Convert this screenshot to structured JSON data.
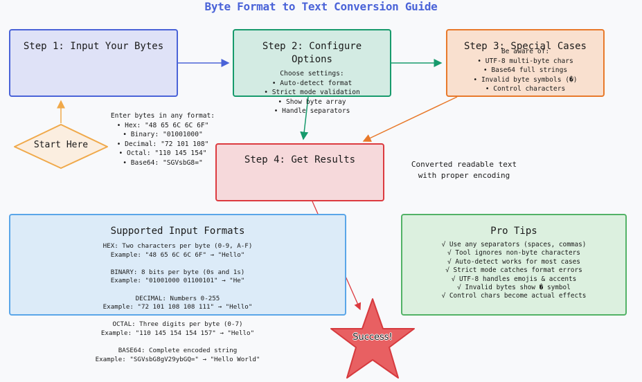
{
  "title": "Byte Format to Text Conversion Guide",
  "colors": {
    "title": "#4a63d8",
    "step1": "#4a63d8",
    "step2": "#179a6c",
    "step3": "#e8792a",
    "step4": "#dc3a3f",
    "formats": "#5aa6e8",
    "tips": "#52b266",
    "start": "#f0a94a",
    "success": "#e86062"
  },
  "start": {
    "label": "Start Here"
  },
  "step1": {
    "title": "Step 1: Input Your Bytes",
    "note_heading": "Enter bytes in any format:",
    "note_items": [
      "• Hex: \"48 65 6C 6C 6F\"",
      "• Binary: \"01001000\"",
      "• Decimal: \"72 101 108\"",
      "• Octal: \"110 145 154\"",
      "• Base64: \"SGVsbG8=\""
    ]
  },
  "step2": {
    "title_line1": "Step 2: Configure",
    "title_line2": "Options",
    "note_heading": "Choose settings:",
    "note_items": [
      "• Auto-detect format",
      "• Strict mode validation",
      "• Show byte array",
      "• Handle separators"
    ]
  },
  "step3": {
    "title": "Step 3: Special Cases",
    "note_heading": "Be aware of:",
    "note_items": [
      "• UTF-8 multi-byte chars",
      "• Base64 full strings",
      "• Invalid byte symbols (�)",
      "• Control characters"
    ]
  },
  "step4": {
    "title": "Step 4: Get Results",
    "note_line1": "Converted readable text",
    "note_line2": "with proper encoding"
  },
  "formats": {
    "title": "Supported Input Formats",
    "lines": [
      "HEX: Two characters per byte (0-9, A-F)",
      "Example: \"48 65 6C 6C 6F\" → \"Hello\"",
      "",
      "BINARY: 8 bits per byte (0s and 1s)",
      "Example: \"01001000 01100101\" → \"He\"",
      "",
      "DECIMAL: Numbers 0-255",
      "Example: \"72 101 108 108 111\" → \"Hello\"",
      "",
      "OCTAL: Three digits per byte (0-7)",
      "Example: \"110 145 154 154 157\" → \"Hello\"",
      "",
      "BASE64: Complete encoded string",
      "Example: \"SGVsbG8gV29ybGQ=\" → \"Hello World\""
    ]
  },
  "tips": {
    "title": "Pro Tips",
    "items": [
      "√ Use any separators (spaces, commas)",
      "√ Tool ignores non-byte characters",
      "√ Auto-detect works for most cases",
      "√ Strict mode catches format errors",
      "√ UTF-8 handles emojis & accents",
      "√ Invalid bytes show � symbol",
      "√ Control chars become actual effects"
    ]
  },
  "success": {
    "label": "Success!"
  }
}
